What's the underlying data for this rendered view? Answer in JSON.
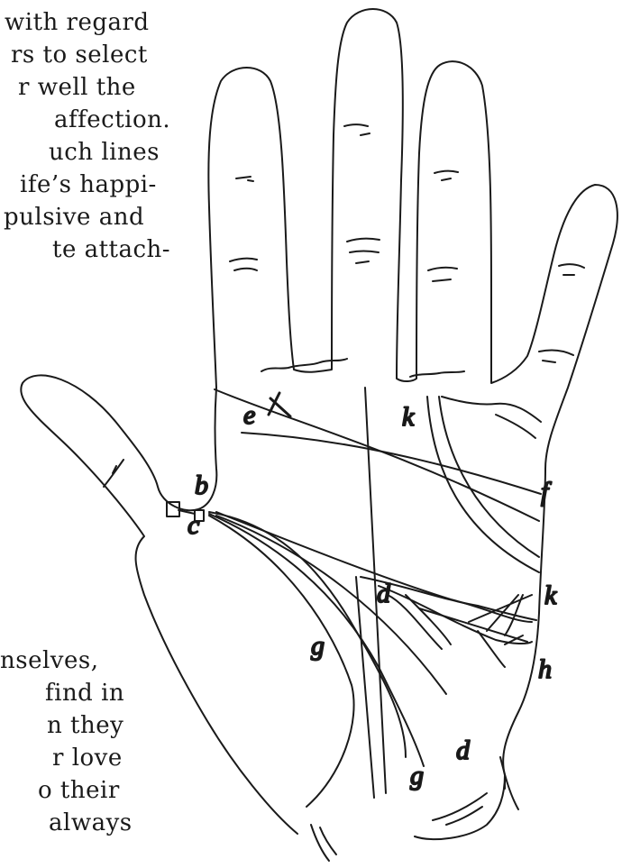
{
  "text_top": [
    "with regard",
    "rs to select",
    "r  well  the",
    "affection.",
    "uch  lines",
    "ife’s happi-",
    "pulsive and",
    "te  attach-"
  ],
  "text_bottom": [
    "nselves,",
    "find  in",
    "n  they",
    "r  love",
    "o their",
    "always"
  ],
  "labels": {
    "e": "e",
    "k_top": "k",
    "b": "b",
    "c": "c",
    "f": "f",
    "k_right": "k",
    "d_mid": "d",
    "g_left": "g",
    "h": "h",
    "d_low": "d",
    "g_low": "g"
  }
}
